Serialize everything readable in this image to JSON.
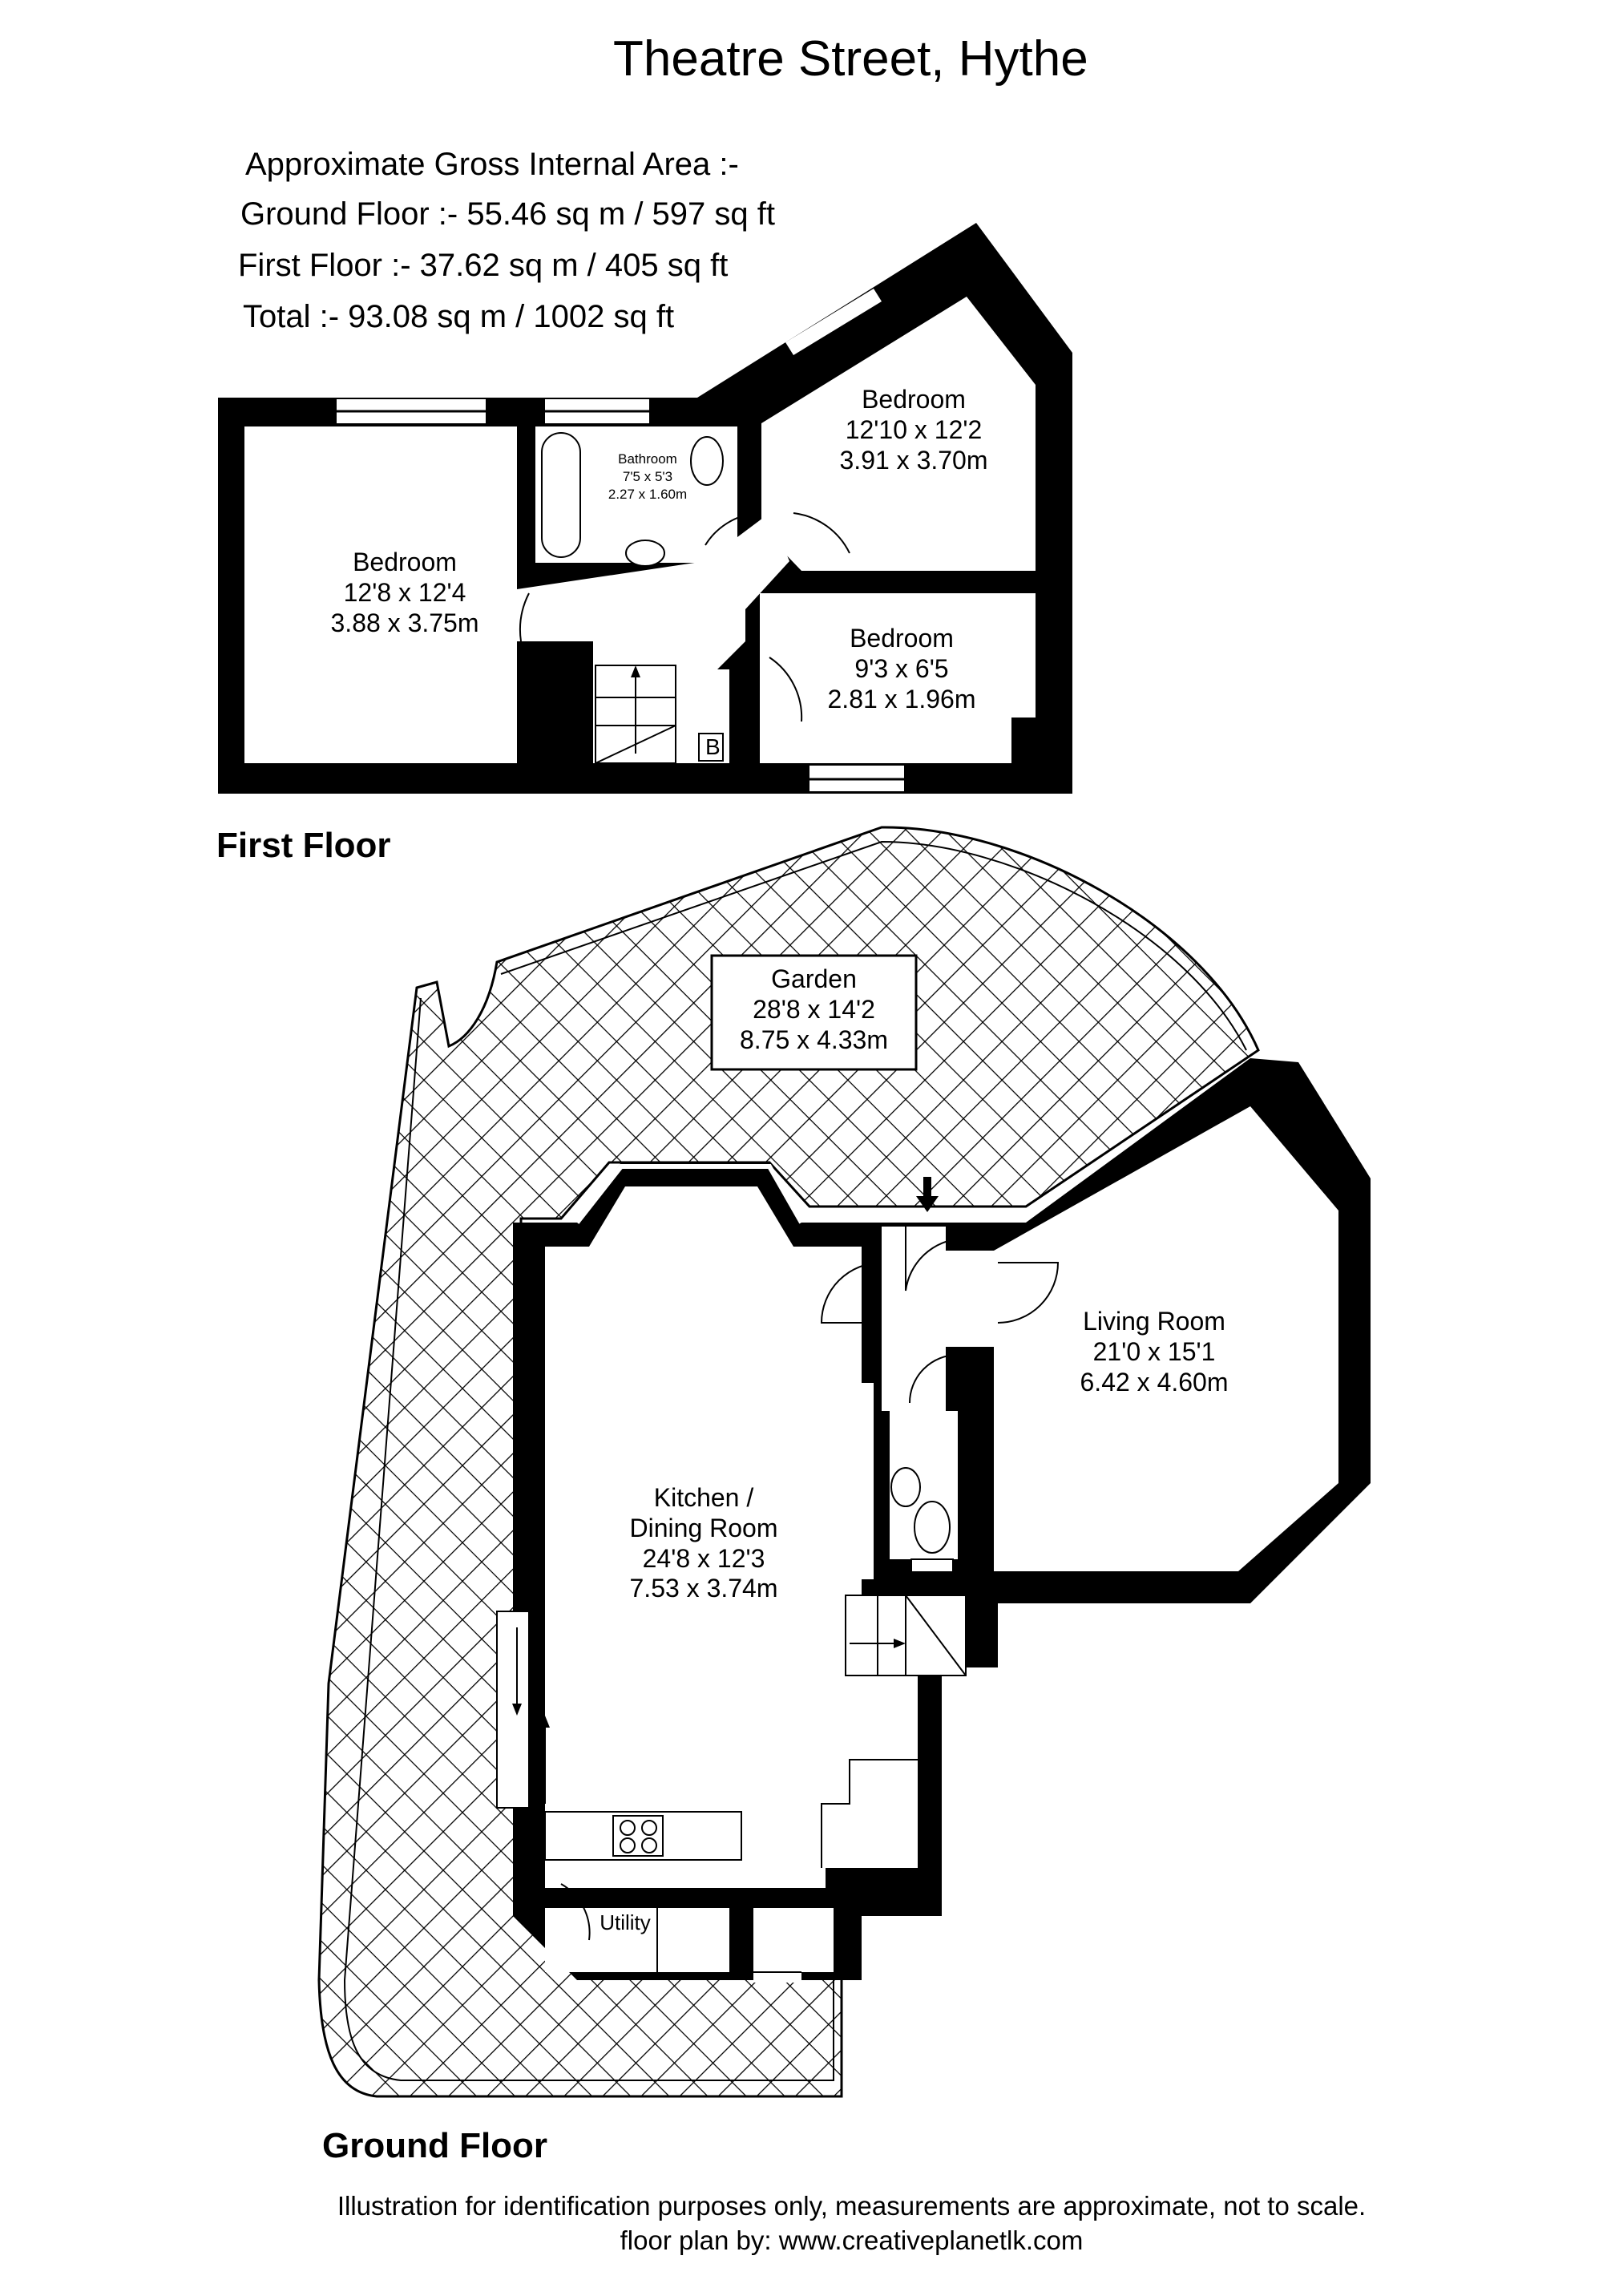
{
  "header": {
    "title": "Theatre Street, Hythe"
  },
  "area_summary": {
    "heading": "Approximate Gross Internal Area :-",
    "ground_floor": "Ground Floor :- 55.46 sq m / 597 sq ft",
    "first_floor": "First Floor :- 37.62 sq m / 405 sq ft",
    "total": "Total :- 93.08 sq m / 1002 sq ft"
  },
  "first_floor": {
    "label": "First Floor",
    "rooms": [
      {
        "name": "Bedroom",
        "imperial": "12'8 x 12'4",
        "metric": "3.88 x 3.75m"
      },
      {
        "name": "Bathroom",
        "imperial": "7'5 x 5'3",
        "metric": "2.27 x 1.60m"
      },
      {
        "name": "Bedroom",
        "imperial": "12'10 x 12'2",
        "metric": "3.91 x 3.70m"
      },
      {
        "name": "Bedroom",
        "imperial": "9'3 x 6'5",
        "metric": "2.81 x 1.96m"
      }
    ],
    "boiler_label": "B"
  },
  "ground_floor": {
    "label": "Ground Floor",
    "rooms": [
      {
        "name": "Garden",
        "imperial": "28'8 x 14'2",
        "metric": "8.75 x 4.33m"
      },
      {
        "name": "Living Room",
        "imperial": "21'0 x 15'1",
        "metric": "6.42 x 4.60m"
      },
      {
        "name": "Kitchen /",
        "name2": "Dining Room",
        "imperial": "24'8 x 12'3",
        "metric": "7.53 x 3.74m"
      },
      {
        "name": "Utility"
      }
    ]
  },
  "footer": {
    "disclaimer": "Illustration for identification purposes only, measurements are approximate, not to scale.",
    "credit": "floor plan by: www.creativeplanetlk.com"
  },
  "colors": {
    "wall": "#000000",
    "background": "#ffffff"
  }
}
